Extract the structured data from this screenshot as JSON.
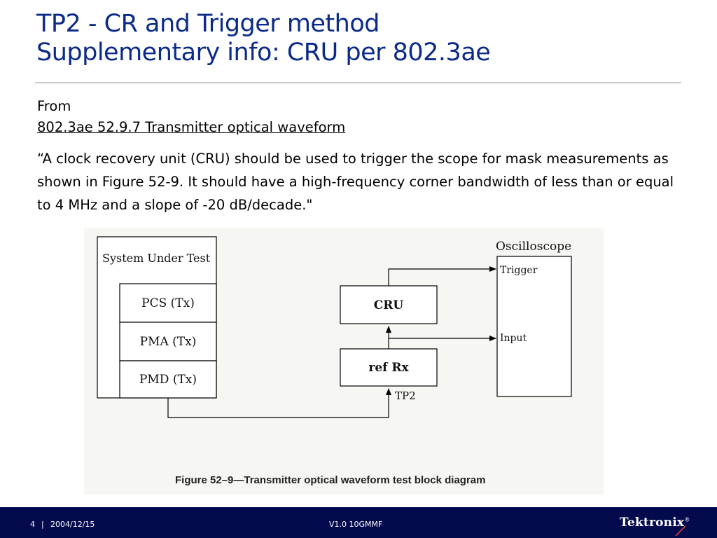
{
  "slide": {
    "title_line1": "TP2 - CR and Trigger method",
    "title_line2": "Supplementary info: CRU per 802.3ae",
    "from_label": "From",
    "source_link": "802.3ae 52.9.7 Transmitter optical waveform",
    "quote": "“A clock recovery unit (CRU) should be used to trigger the scope for mask measurements as shown in Figure 52-9. It should have a high-frequency corner bandwidth of less than or equal to 4 MHz and a slope of -20 dB/decade.\""
  },
  "diagram": {
    "system_label": "System Under Test",
    "pcs_label": "PCS (Tx)",
    "pma_label": "PMA (Tx)",
    "pmd_label": "PMD (Tx)",
    "cru_label": "CRU",
    "refrx_label": "ref Rx",
    "tp2_label": "TP2",
    "scope_label": "Oscilloscope",
    "trigger_label": "Trigger",
    "input_label": "Input",
    "caption": "Figure 52–9—Transmitter optical waveform test block diagram"
  },
  "footer": {
    "page_number": "4",
    "separator": "|",
    "date": "2004/12/15",
    "version": "V1.0  10GMMF",
    "logo_text": "Tektronix",
    "logo_mark": "®"
  },
  "colors": {
    "title": "#0b2a8a",
    "footer_bg": "#030a4e",
    "logo_accent": "#d8453a"
  }
}
